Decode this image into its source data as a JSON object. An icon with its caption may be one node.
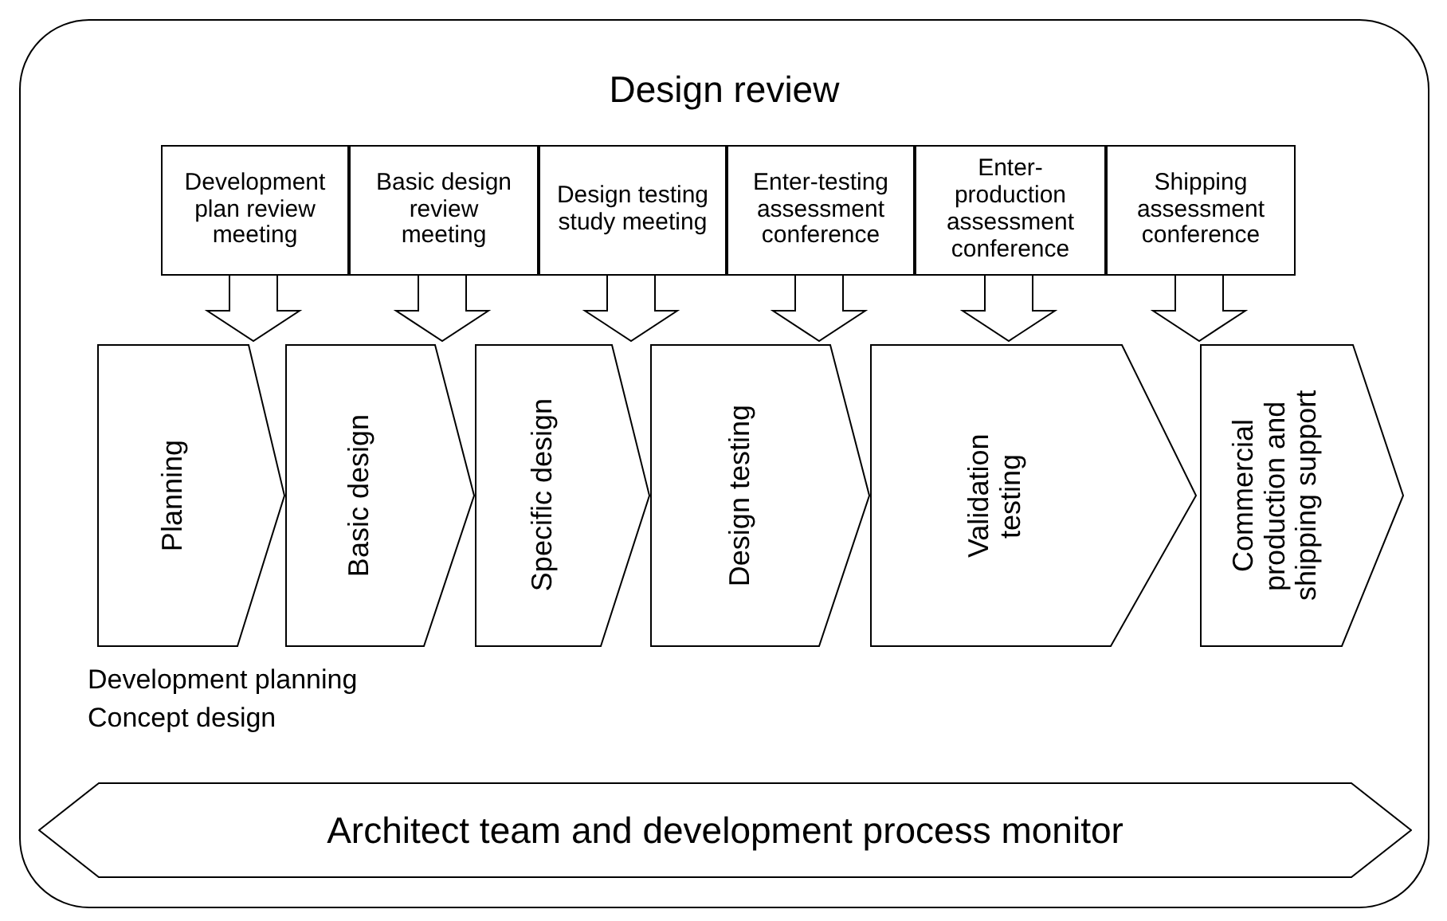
{
  "diagram": {
    "nodes": [
      {
        "text": [
          "Design review"
        ]
      },
      {
        "text": [
          "Development plan review meeting"
        ],
        "in": 0
      },
      {
        "text": [
          "Basic design review meeting"
        ],
        "in": 0
      },
      {
        "text": [
          "Design testing study meeting"
        ],
        "in": 0
      },
      {
        "text": [
          "Enter-testing assessment conference"
        ],
        "in": 0
      },
      {
        "text": [
          "Enter-production assessment conference"
        ],
        "in": 0
      },
      {
        "text": [
          "Shipping assessment conference"
        ],
        "in": 0
      },
      {
        "text": [
          "Planning"
        ],
        "in": 0
      },
      {
        "text": [
          "Basic design"
        ],
        "in": 0
      },
      {
        "text": [
          "Specific design"
        ],
        "in": 0
      },
      {
        "text": [
          "Design testing"
        ],
        "in": 0
      },
      {
        "text": [
          "Validation testing"
        ],
        "in": 0
      },
      {
        "text": [
          "Commercial production and shipping support"
        ],
        "in": 0
      },
      {
        "text": [
          "Architect team and development process monitor"
        ],
        "in": 0
      }
    ],
    "edges": [
      {
        "from": 1,
        "to": 7,
        "arrow": "to"
      },
      {
        "from": 2,
        "to": 8,
        "arrow": "to"
      },
      {
        "from": 3,
        "to": 9,
        "arrow": "to"
      },
      {
        "from": 4,
        "to": 10,
        "arrow": "to"
      },
      {
        "from": 5,
        "to": 11,
        "arrow": "to"
      },
      {
        "from": 6,
        "to": 12,
        "arrow": "to"
      }
    ],
    "labels": [
      "Development planning",
      "Concept design"
    ]
  }
}
